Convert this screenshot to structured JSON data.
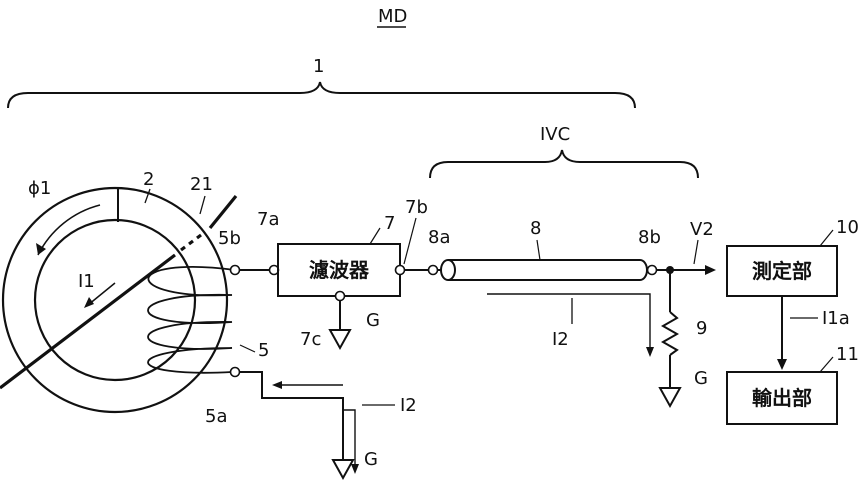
{
  "title": "MD",
  "labels": {
    "device_ref": "1",
    "ivc": "IVC",
    "phi1": "ϕ1",
    "ring_ref": "2",
    "wire_ref": "21",
    "i1": "I1",
    "coil_ref": "5",
    "term_5a": "5a",
    "term_5b": "5b",
    "term_7a": "7a",
    "term_7b": "7b",
    "term_7c": "7c",
    "filter_ref": "7",
    "term_8a": "8a",
    "term_8b": "8b",
    "cable_ref": "8",
    "resistor_ref": "9",
    "meas_ref": "10",
    "out_ref": "11",
    "v2": "V2",
    "i1a": "I1a",
    "i2_top": "I2",
    "i2_bottom": "I2",
    "g_filter": "G",
    "g_resistor": "G",
    "g_coil": "G"
  },
  "blocks": {
    "filter": "濾波器",
    "measure": "測定部",
    "output": "輸出部"
  }
}
